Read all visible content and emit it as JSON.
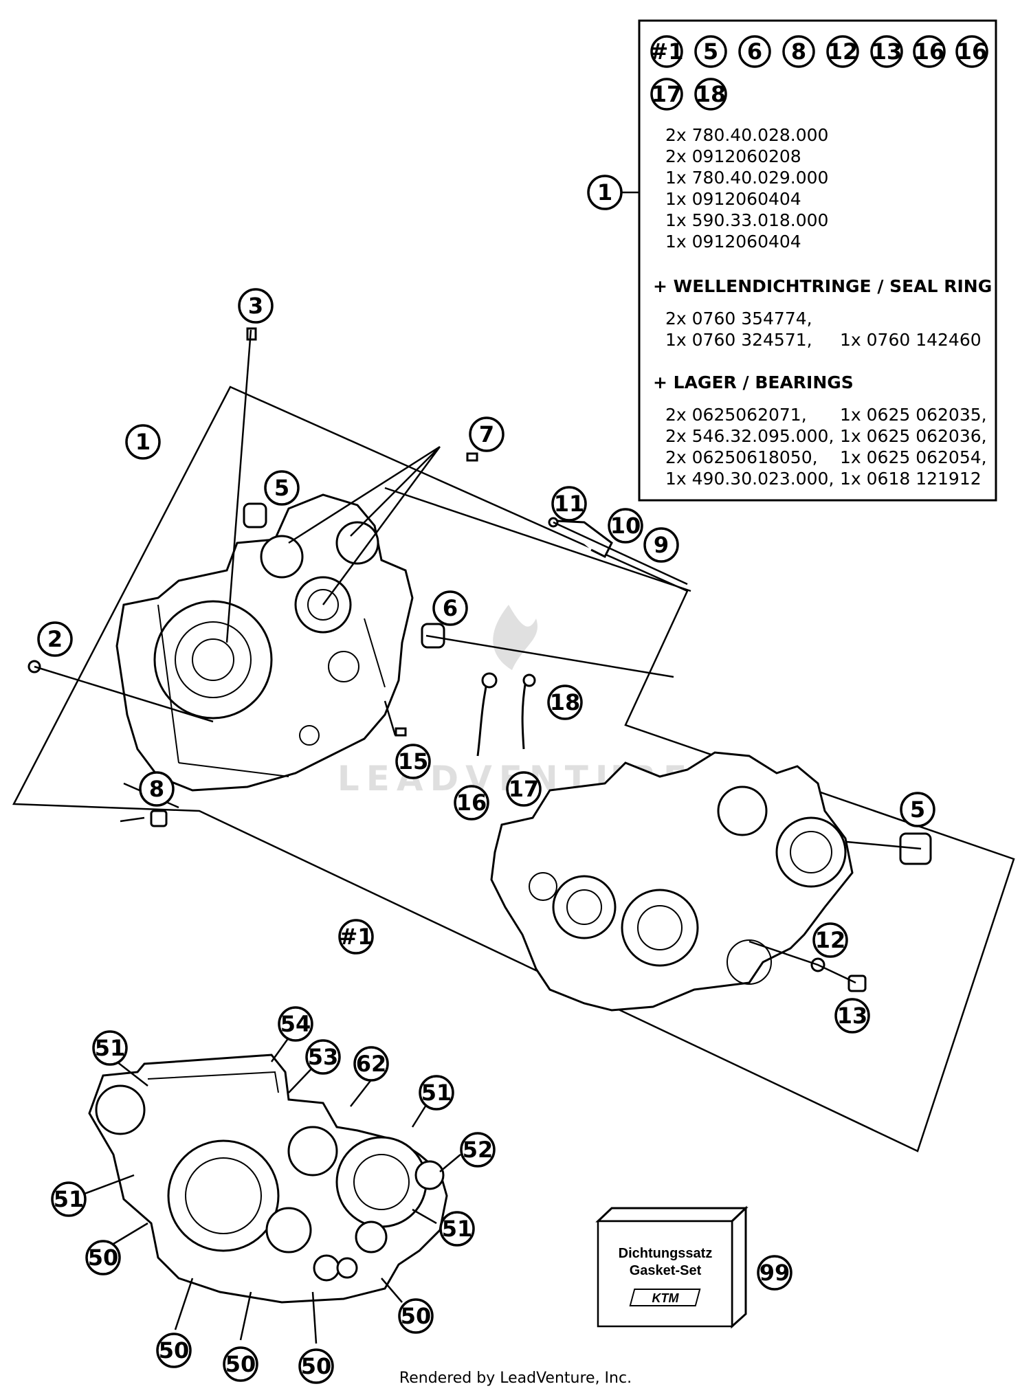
{
  "kit_box": {
    "badges": [
      "#1",
      "5",
      "6",
      "8",
      "12",
      "13",
      "16",
      "16",
      "17",
      "18"
    ],
    "ref": "1",
    "parts": [
      "2x 780.40.028.000",
      "2x 0912060208",
      "1x 780.40.029.000",
      "1x 0912060404",
      "1x 590.33.018.000",
      "1x 0912060404"
    ],
    "seal_heading": "+ WELLENDICHTRINGE /  SEAL RING",
    "seal_line1": "2x 0760 354774,",
    "seal_line2a": "1x 0760 324571,",
    "seal_line2b": "1x 0760 142460",
    "bearing_heading": "+ LAGER / BEARINGS",
    "bearings_left": [
      "2x 0625062071,",
      "2x 546.32.095.000,",
      "2x 06250618050,",
      "1x 490.30.023.000,"
    ],
    "bearings_right": [
      "1x 0625 062035,",
      "1x 0625 062036,",
      "1x 0625 062054,",
      "1x 0618 121912"
    ]
  },
  "callouts": {
    "c1": "1",
    "c2": "2",
    "c3": "3",
    "c5a": "5",
    "c5b": "5",
    "c6": "6",
    "c7": "7",
    "c8": "8",
    "c9": "9",
    "c10": "10",
    "c11": "11",
    "c12": "12",
    "c13": "13",
    "c15": "15",
    "c16": "16",
    "c17": "17",
    "c18": "18",
    "chash1": "#1",
    "c54": "54",
    "c51a": "51",
    "c53": "53",
    "c62": "62",
    "c51b": "51",
    "c52": "52",
    "c51c": "51",
    "c51d": "51",
    "c50a": "50",
    "c50b": "50",
    "c50c": "50",
    "c50d": "50",
    "c50e": "50",
    "c99": "99"
  },
  "gasket_set": {
    "line1": "Dichtungssatz",
    "line2": "Gasket-Set",
    "logo": "KTM"
  },
  "watermark": "LEADVENTURE",
  "footer": "Rendered by LeadVenture, Inc."
}
